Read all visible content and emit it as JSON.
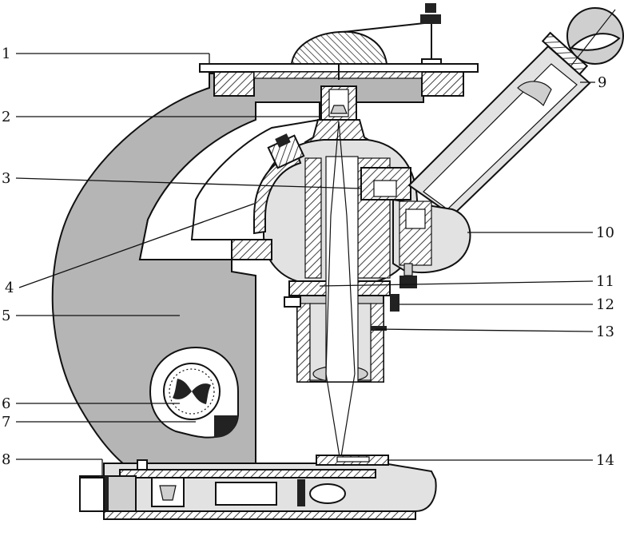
{
  "diagram": {
    "callouts": [
      {
        "id": "c1",
        "text": "1"
      },
      {
        "id": "c2",
        "text": "2"
      },
      {
        "id": "c3",
        "text": "3"
      },
      {
        "id": "c4",
        "text": "4"
      },
      {
        "id": "c5",
        "text": "5"
      },
      {
        "id": "c6",
        "text": "6"
      },
      {
        "id": "c7",
        "text": "7"
      },
      {
        "id": "c8",
        "text": "8"
      },
      {
        "id": "c9",
        "text": "9"
      },
      {
        "id": "c10",
        "text": "10"
      },
      {
        "id": "c11",
        "text": "11"
      },
      {
        "id": "c12",
        "text": "12"
      },
      {
        "id": "c13",
        "text": "13"
      },
      {
        "id": "c14",
        "text": "14"
      }
    ]
  }
}
